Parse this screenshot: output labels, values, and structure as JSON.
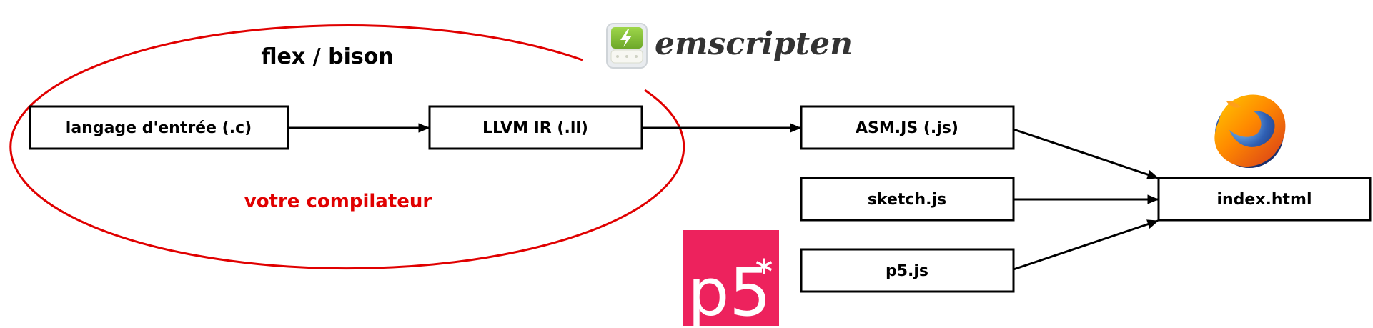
{
  "title": "flex / bison",
  "compiler_label": "votre compilateur",
  "boxes": {
    "input_lang": "langage d'entrée (.c)",
    "llvm_ir": "LLVM IR (.ll)",
    "asmjs": "ASM.JS (.js)",
    "sketch": "sketch.js",
    "p5": "p5.js",
    "index": "index.html"
  },
  "logos": {
    "emscripten": {
      "icon": "emscripten-logo-icon",
      "text": "emscripten",
      "icon_color": "#8dc63f"
    },
    "p5": {
      "icon": "p5-logo",
      "text": "p5",
      "mark": "*",
      "color": "#ed225d"
    },
    "firefox": {
      "icon": "firefox-logo-icon"
    }
  },
  "colors": {
    "accent": "#e00000",
    "box_stroke": "#000000"
  }
}
